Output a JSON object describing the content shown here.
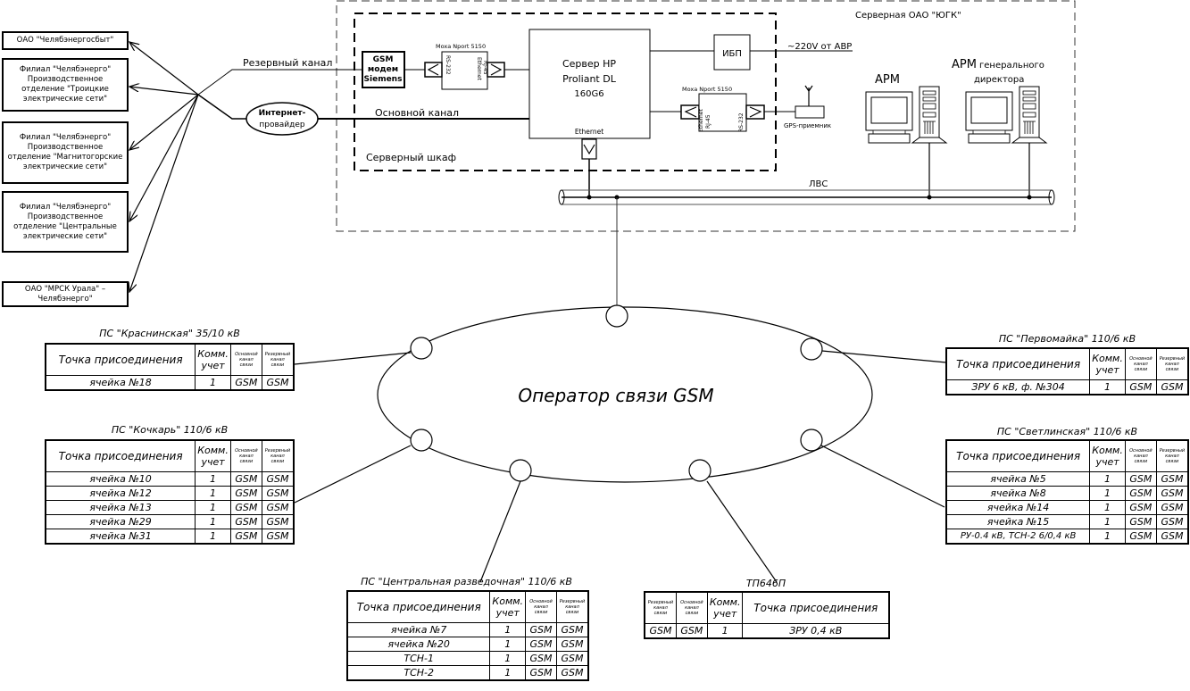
{
  "organizations": [
    {
      "label": "ОАО \"Челябэнергосбыт\""
    },
    {
      "label": "Филиал \"Челябэнерго\" Производственное отделение \"Троицкие электрические сети\""
    },
    {
      "label": "Филиал \"Челябэнерго\" Производственное отделение \"Магнитогорские электрические сети\""
    },
    {
      "label": "Филиал \"Челябэнерго\" Производственное отделение \"Центральные электрические сети\""
    },
    {
      "label": "ОАО \"МРСК Урала\" – Челябэнерго\""
    }
  ],
  "channels": {
    "backup": "Резервный канал",
    "main": "Основной канал"
  },
  "isp": {
    "line1": "Интернет-",
    "line2": "провайдер"
  },
  "server_room": {
    "title": "Серверная ОАО \"ЮГК\""
  },
  "server_cabinet": {
    "title": "Серверный шкаф"
  },
  "gsm_modem": {
    "line1": "GSM",
    "line2": "модем",
    "line3": "Siemens"
  },
  "moxa_left": {
    "title": "Moxa Nport 5150",
    "port_a": "RS-232",
    "port_b1": "Ethernet",
    "port_b2": "RJ-45"
  },
  "moxa_right": {
    "title": "Moxa Nport 5150",
    "port_a1": "Ethernet",
    "port_a2": "RJ-45",
    "port_b": "RS-232"
  },
  "server": {
    "line1": "Сервер HP",
    "line2": "Proliant DL",
    "line3": "160G6",
    "port": "Ethernet"
  },
  "ups": {
    "label": "ИБП",
    "power": "~220V от АВР"
  },
  "gps": {
    "label": "GPS-приемник"
  },
  "workstations": [
    {
      "label": "АРМ"
    },
    {
      "label_main": "АРМ",
      "label_rest1": "генерального",
      "label_rest2": "директора"
    }
  ],
  "lan": {
    "label": "ЛВС"
  },
  "gsm_operator": {
    "label": "Оператор связи GSM"
  },
  "table_headers": {
    "point": "Точка присоединения",
    "comm1": "Комм.",
    "comm2": "учет",
    "main_ch1": "Основной",
    "main_ch2": "канал",
    "main_ch3": "связи",
    "backup_ch1": "Резервный",
    "backup_ch2": "канал",
    "backup_ch3": "связи"
  },
  "substations": [
    {
      "id": "krasninskaya",
      "title": "ПС \"Краснинская\" 35/10 кВ",
      "rows": [
        {
          "point": "ячейка №18",
          "count": "1",
          "main": "GSM",
          "backup": "GSM"
        }
      ]
    },
    {
      "id": "kochkar",
      "title": "ПС \"Кочкарь\" 110/6 кВ",
      "rows": [
        {
          "point": "ячейка №10",
          "count": "1",
          "main": "GSM",
          "backup": "GSM"
        },
        {
          "point": "ячейка №12",
          "count": "1",
          "main": "GSM",
          "backup": "GSM"
        },
        {
          "point": "ячейка №13",
          "count": "1",
          "main": "GSM",
          "backup": "GSM"
        },
        {
          "point": "ячейка №29",
          "count": "1",
          "main": "GSM",
          "backup": "GSM"
        },
        {
          "point": "ячейка №31",
          "count": "1",
          "main": "GSM",
          "backup": "GSM"
        }
      ]
    },
    {
      "id": "pervomayka",
      "title": "ПС \"Первомайка\" 110/6 кВ",
      "rows": [
        {
          "point": "ЗРУ 6 кВ, ф. №304",
          "count": "1",
          "main": "GSM",
          "backup": "GSM"
        }
      ]
    },
    {
      "id": "svetlinskaya",
      "title": "ПС \"Светлинская\" 110/6 кВ",
      "rows": [
        {
          "point": "ячейка №5",
          "count": "1",
          "main": "GSM",
          "backup": "GSM"
        },
        {
          "point": "ячейка №8",
          "count": "1",
          "main": "GSM",
          "backup": "GSM"
        },
        {
          "point": "ячейка №14",
          "count": "1",
          "main": "GSM",
          "backup": "GSM"
        },
        {
          "point": "ячейка №15",
          "count": "1",
          "main": "GSM",
          "backup": "GSM"
        },
        {
          "point": "РУ-0.4 кВ, ТСН-2 6/0,4 кВ",
          "count": "1",
          "main": "GSM",
          "backup": "GSM"
        }
      ]
    },
    {
      "id": "central",
      "title": "ПС \"Центральная разведочная\" 110/6 кВ",
      "rows": [
        {
          "point": "ячейка №7",
          "count": "1",
          "main": "GSM",
          "backup": "GSM"
        },
        {
          "point": "ячейка №20",
          "count": "1",
          "main": "GSM",
          "backup": "GSM"
        },
        {
          "point": "ТСН-1",
          "count": "1",
          "main": "GSM",
          "backup": "GSM"
        },
        {
          "point": "ТСН-2",
          "count": "1",
          "main": "GSM",
          "backup": "GSM"
        }
      ]
    },
    {
      "id": "tp646p",
      "title": "ТП646П",
      "rows": [
        {
          "point": "ЗРУ 0,4 кВ",
          "count": "1",
          "main": "GSM",
          "backup": "GSM"
        }
      ]
    }
  ]
}
